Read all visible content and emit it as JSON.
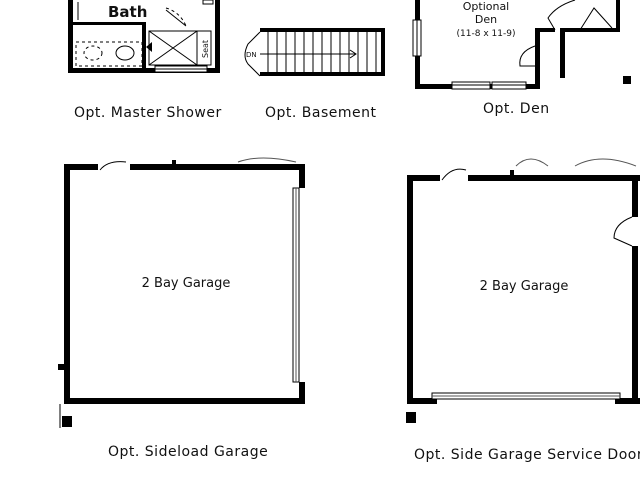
{
  "rooms": {
    "bath": "Bath",
    "seat": "Seat",
    "dn": "DN",
    "den_title_1": "Optional",
    "den_title_2": "Den",
    "den_dims": "(11-8 x 11-9)",
    "garage_left": "2 Bay Garage",
    "garage_right": "2 Bay Garage"
  },
  "captions": {
    "master_shower": "Opt. Master Shower",
    "basement": "Opt. Basement",
    "den": "Opt. Den",
    "sideload_garage": "Opt. Sideload Garage",
    "side_service_door": "Opt. Side Garage Service Door"
  }
}
